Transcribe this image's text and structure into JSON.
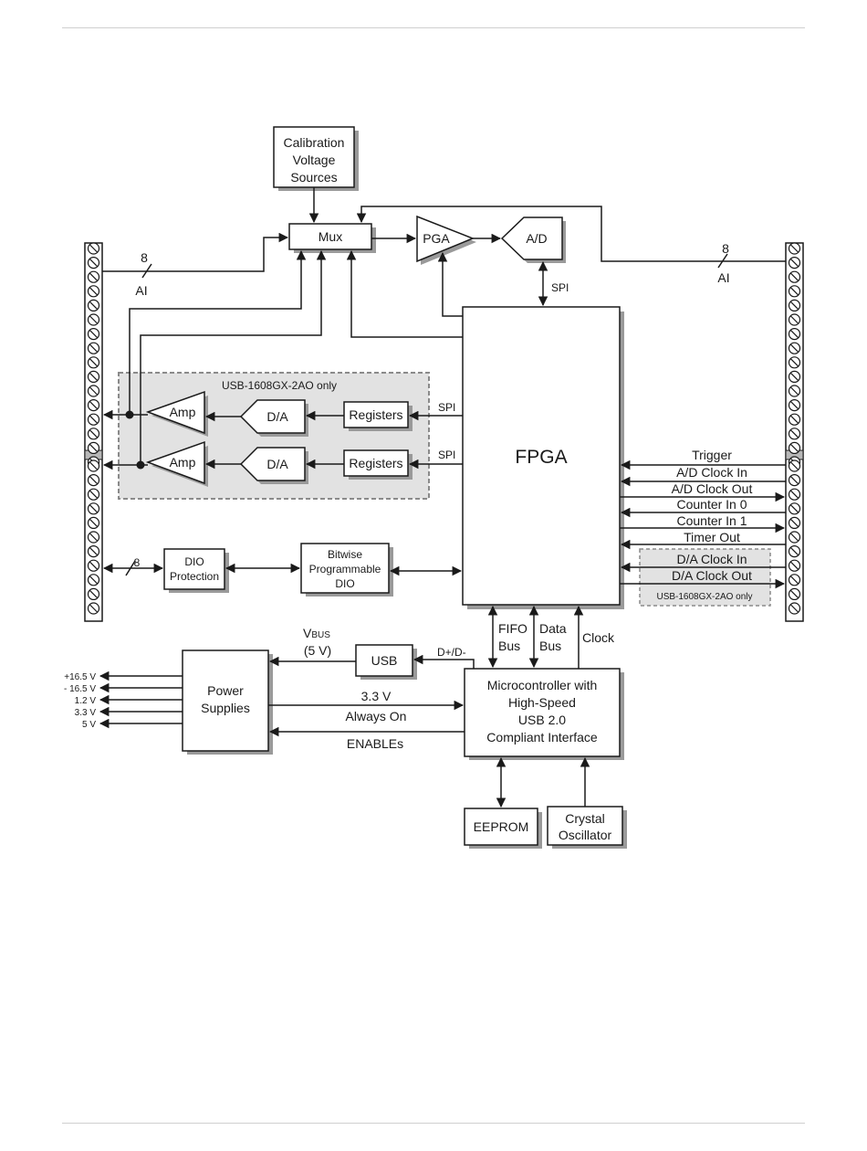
{
  "blocks": {
    "calibration": [
      "Calibration",
      "Voltage",
      "Sources"
    ],
    "mux": "Mux",
    "pga": "PGA",
    "ad": "A/D",
    "fpga": "FPGA",
    "amp": "Amp",
    "da": "D/A",
    "registers": "Registers",
    "dio_protection": [
      "DIO",
      "Protection"
    ],
    "bitwise_dio": [
      "Bitwise",
      "Programmable",
      "DIO"
    ],
    "usb": "USB",
    "power_supplies": [
      "Power",
      "Supplies"
    ],
    "microcontroller": [
      "Microcontroller with",
      "High-Speed",
      "USB 2.0",
      "Compliant Interface"
    ],
    "eeprom": "EEPROM",
    "crystal": [
      "Crystal",
      "Oscillator"
    ]
  },
  "labels": {
    "ai_count": "8",
    "ai": "AI",
    "dio_count": "8",
    "spi": "SPI",
    "ao_only": "USB-1608GX-2AO only",
    "fifo_bus": [
      "FIFO",
      "Bus"
    ],
    "data_bus": [
      "Data",
      "Bus"
    ],
    "clock": "Clock",
    "vbus_main": "V",
    "vbus_sub": "BUS",
    "vbus_value": "(5 V)",
    "dplus_dminus": "D+/D-",
    "always_on": [
      "3.3 V",
      "Always On"
    ],
    "enables": "ENABLEs"
  },
  "right_signals": [
    "Trigger",
    "A/D Clock In",
    "A/D Clock Out",
    "Counter In 0",
    "Counter In 1",
    "Timer Out",
    "D/A Clock In",
    "D/A Clock Out"
  ],
  "power_rails": [
    "+16.5 V",
    "- 16.5 V",
    "1.2 V",
    "3.3 V",
    "5 V"
  ]
}
